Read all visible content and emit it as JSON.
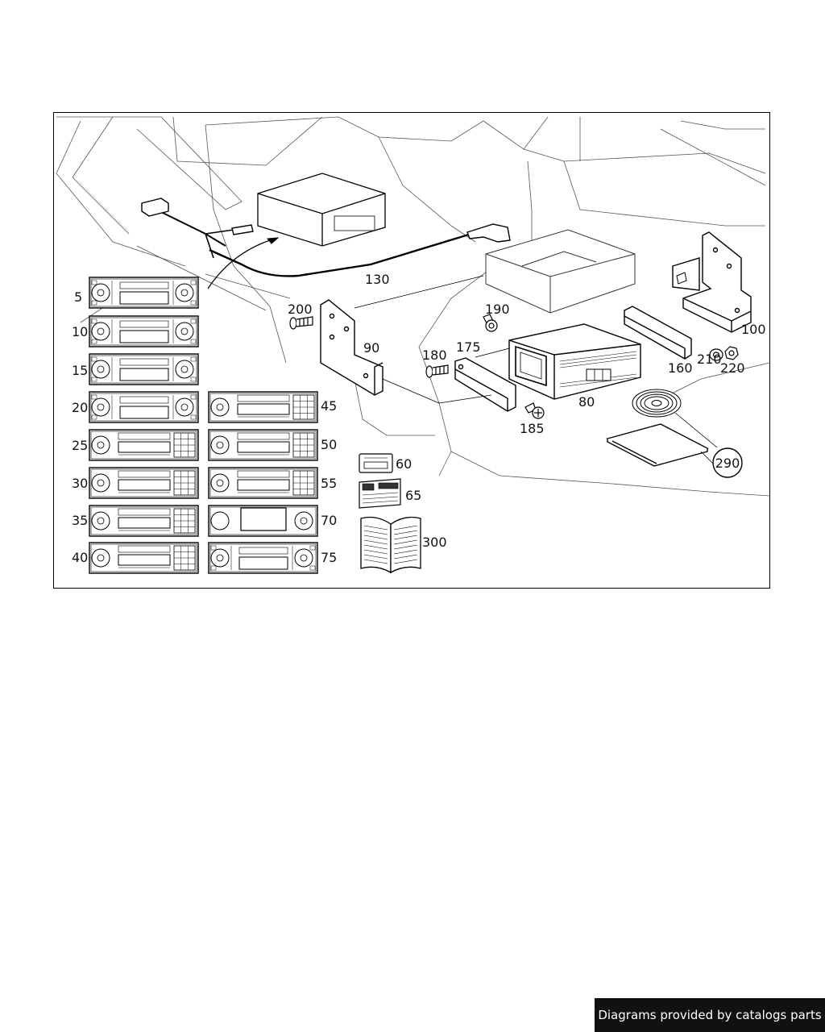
{
  "diagram": {
    "callouts": {
      "c5": "5",
      "c10": "10",
      "c15": "15",
      "c20": "20",
      "c25": "25",
      "c30": "30",
      "c35": "35",
      "c40": "40",
      "c45": "45",
      "c50": "50",
      "c55": "55",
      "c60": "60",
      "c65": "65",
      "c70": "70",
      "c75": "75",
      "c80": "80",
      "c90": "90",
      "c100": "100",
      "c130": "130",
      "c160": "160",
      "c175": "175",
      "c180": "180",
      "c185": "185",
      "c190": "190",
      "c200": "200",
      "c210": "210",
      "c220": "220",
      "c290": "290",
      "c300": "300"
    }
  },
  "footer": {
    "text": "Diagrams provided by catalogs parts"
  }
}
